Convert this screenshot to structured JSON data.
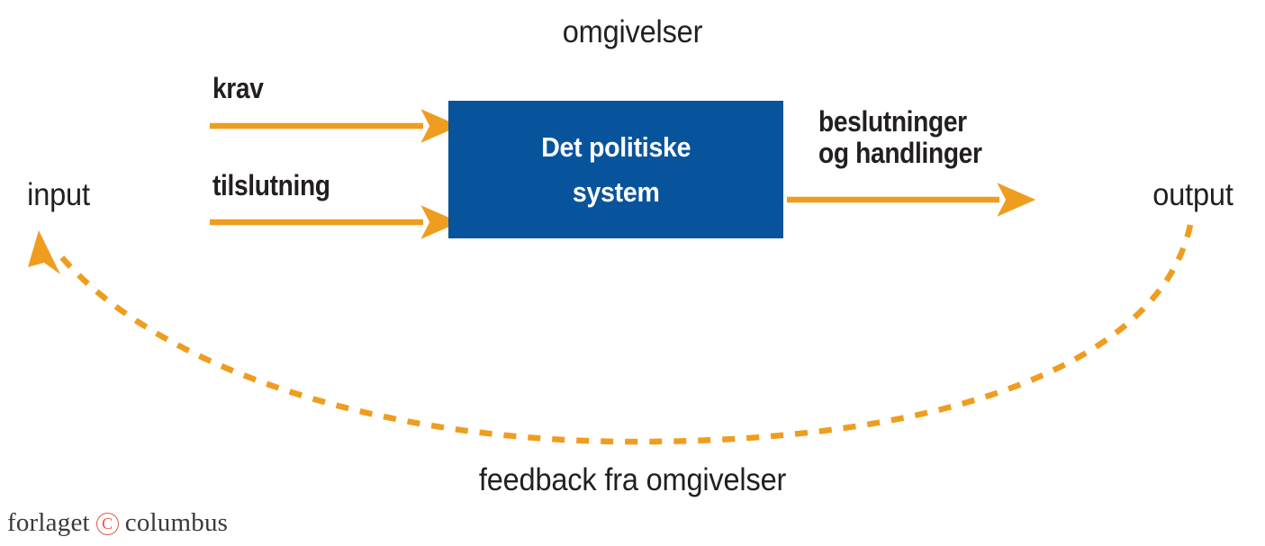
{
  "diagram": {
    "title": "omgivelser",
    "system_box": {
      "label": "Det politiske\nsystem",
      "fill_color": "#08549c",
      "text_color": "#ffffff"
    },
    "input_label": "input",
    "output_label": "output",
    "feedback_label": "feedback fra omgivelser",
    "input_arrows": [
      {
        "label": "krav"
      },
      {
        "label": "tilslutning"
      }
    ],
    "output_arrows": [
      {
        "label": "beslutninger\nog handlinger"
      }
    ],
    "accent_color": "#ef9d1e",
    "text_color": "#231f20"
  },
  "publisher": {
    "name_before": "forlaget",
    "copyright_glyph": "C",
    "name_after": "columbus",
    "mark_color": "#e2564a"
  }
}
